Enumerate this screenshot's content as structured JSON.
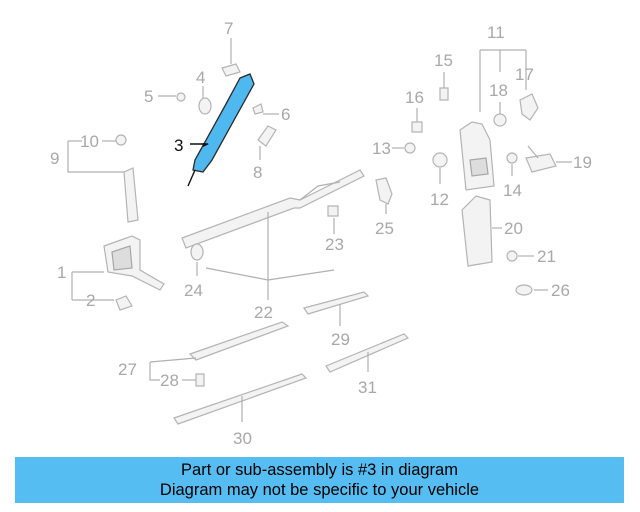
{
  "diagram": {
    "highlighted_part": "3",
    "callouts": [
      "1",
      "2",
      "3",
      "4",
      "5",
      "6",
      "7",
      "8",
      "9",
      "10",
      "11",
      "12",
      "13",
      "14",
      "15",
      "16",
      "17",
      "18",
      "19",
      "20",
      "21",
      "22",
      "23",
      "24",
      "25",
      "26",
      "27",
      "28",
      "29",
      "30",
      "31"
    ],
    "highlight_color": "#4fb8ee"
  },
  "banner": {
    "line1": "Part or sub-assembly is #3 in diagram",
    "line2": "Diagram may not be specific to your vehicle",
    "background": "#55bdf2"
  }
}
